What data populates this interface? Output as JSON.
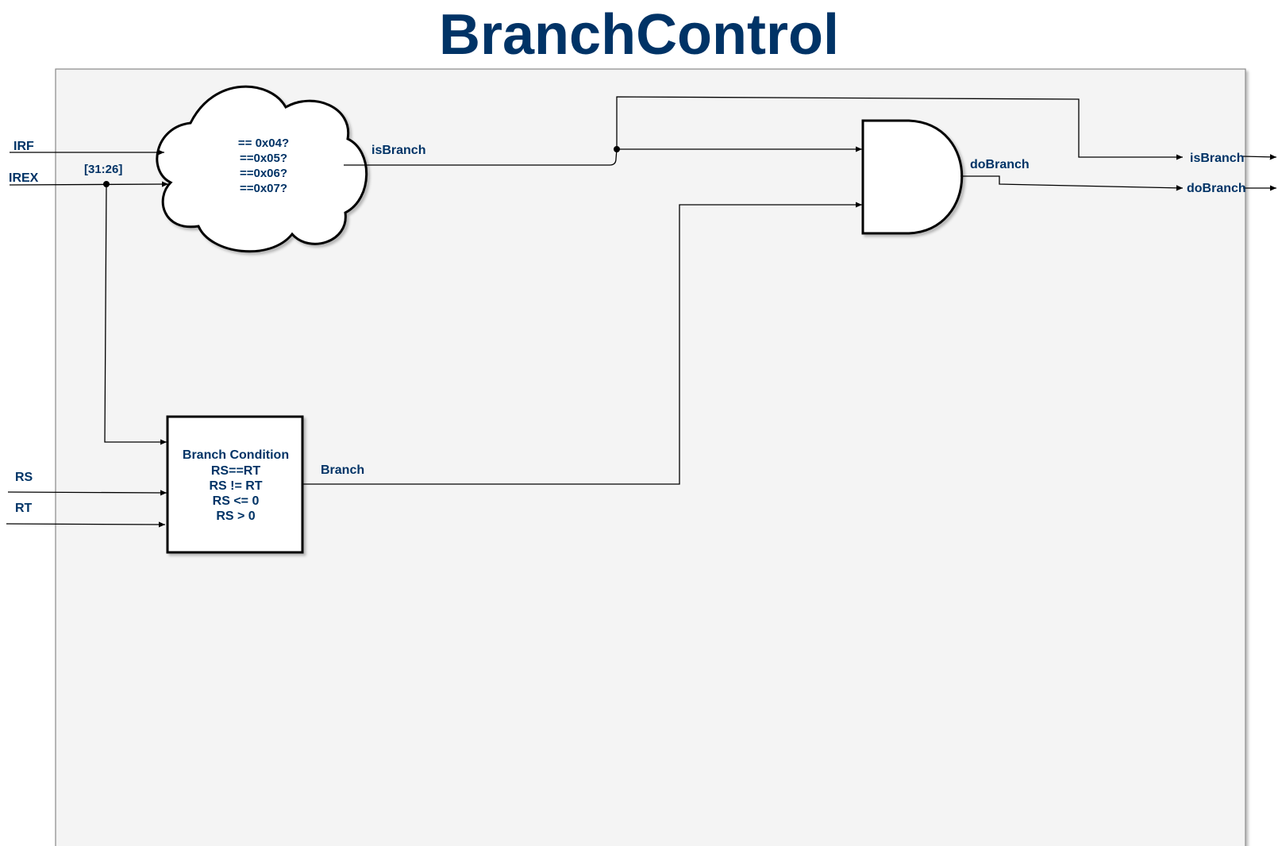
{
  "title": "BranchControl",
  "inputs": {
    "irf": "IRF",
    "irex": "IREX",
    "rs": "RS",
    "rt": "RT",
    "bit_range": "[31:26]"
  },
  "decoder_cloud": {
    "lines": [
      "== 0x04?",
      "==0x05?",
      "==0x06?",
      "==0x07?"
    ]
  },
  "condition_block": {
    "lines": [
      "Branch Condition",
      "RS==RT",
      "RS != RT",
      "RS <= 0",
      "RS > 0"
    ]
  },
  "signals": {
    "is_branch": "isBranch",
    "branch": "Branch",
    "do_branch": "doBranch"
  },
  "outputs": {
    "is_branch": "isBranch",
    "do_branch": "doBranch"
  },
  "colors": {
    "title": "#003366",
    "label": "#003366",
    "panel_fill": "#f4f4f4",
    "wire": "#000000"
  }
}
